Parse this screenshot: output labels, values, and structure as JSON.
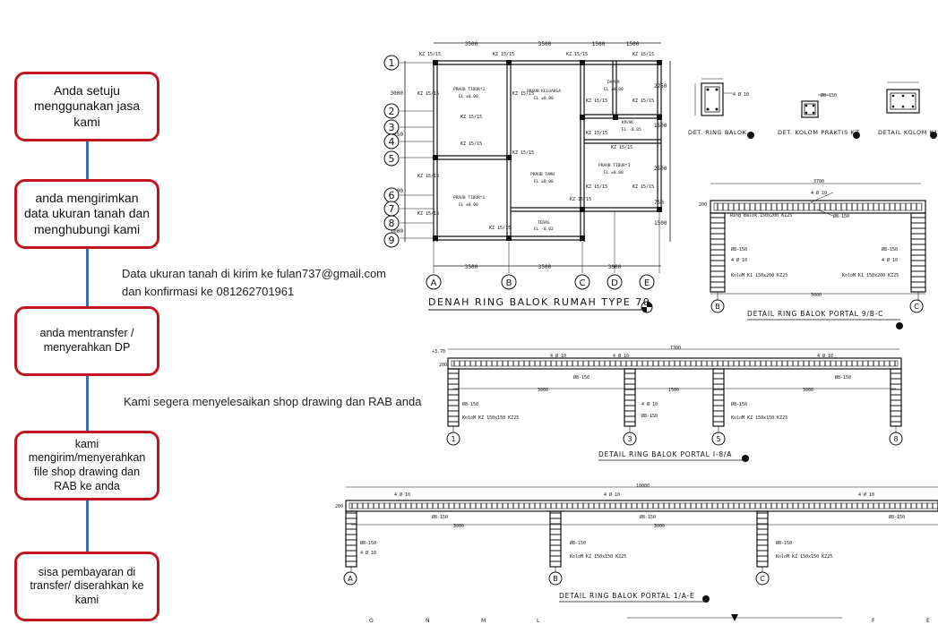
{
  "flow": {
    "steps": [
      {
        "label": "Anda setuju menggunakan jasa kami"
      },
      {
        "label": "anda mengirimkan data ukuran tanah dan menghubungi kami"
      },
      {
        "label": "anda mentransfer / menyerahkan DP"
      },
      {
        "label": "kami mengirim/menyerahkan file shop drawing dan RAB ke anda"
      },
      {
        "label": "sisa pembayaran di transfer/ diserahkan ke kami"
      }
    ],
    "notes": {
      "line1": "Data ukuran tanah di kirim ke fulan737@gmail.com",
      "line2": "dan konfirmasi ke 081262701961",
      "line3": "Kami segera menyelesaikan shop drawing dan RAB anda"
    },
    "colors": {
      "box_border": "#c0161f",
      "connector": "#3b6fb0"
    }
  },
  "drawing": {
    "plan_title": "DENAH RING BALOK RUMAH TYPE 70",
    "grid_rows": [
      "1",
      "2",
      "3",
      "4",
      "5",
      "6",
      "7",
      "8",
      "9"
    ],
    "grid_cols": [
      "A",
      "B",
      "C",
      "D",
      "E"
    ],
    "top_dims": [
      "3500",
      "3500",
      "1500",
      "1500"
    ],
    "bottom_dims": [
      "3500",
      "3500",
      "3000"
    ],
    "left_dims": [
      "3000",
      "750",
      "3000",
      "1000"
    ],
    "right_dims": [
      "2250",
      "1500",
      "2500",
      "750",
      "1500"
    ],
    "column_tag": "KZ 15/15",
    "room_texts": [
      {
        "name": "PRAUB TIDUR*2",
        "level": "EL ±0.00"
      },
      {
        "name": "PRAUB KELUARGA",
        "level": "EL ±0.00"
      },
      {
        "name": "DAPUR",
        "level": "EL ±0.00"
      },
      {
        "name": "KM/WC",
        "level": "EL -0.05"
      },
      {
        "name": "PRAUB TIDUR*3",
        "level": "EL ±0.00"
      },
      {
        "name": "PRAUB TIDUR*1",
        "level": "EL ±0.00"
      },
      {
        "name": "PRAUB TAMU",
        "level": "EL ±0.00"
      },
      {
        "name": "TERAS",
        "level": "EL -0.02"
      }
    ],
    "detail_titles": {
      "ring_balok": "DET. RING BALOK",
      "kolom_praktis": "DET. KOLOM PRAKTIS KZ",
      "kolom_k1": "DETAIL KOLOM K1",
      "portal_9bc": "DETAIL RING BALOK PORTAL 9/B-C",
      "portal_18a": "DETAIL RING BALOK PORTAL I-8/A",
      "portal_1ae": "DETAIL RING BALOK PORTAL 1/A-E"
    },
    "labels": {
      "rebar_top": "4 Ø 10",
      "stirrup": "Ø8-150",
      "ring_label": "Ring Balok 150x200 KZ25",
      "kolom_k1": "KoloM K1 150x200 KZ25",
      "kolom_kz": "KoloM KZ 150x150 KZ25",
      "level": "+3.70",
      "beam_h": "200"
    },
    "portal_9bc": {
      "span": "3700",
      "base": "3000",
      "cols": [
        "B",
        "C"
      ]
    },
    "portal_18a": {
      "total": "7300",
      "spans": [
        "3000",
        "1500",
        "3000"
      ],
      "cols": [
        "1",
        "3",
        "5",
        "8"
      ]
    },
    "portal_1ae": {
      "total": "10000",
      "spans": [
        "3000",
        "3000"
      ],
      "cols": [
        "A",
        "B",
        "C"
      ]
    },
    "bottom_letters": [
      "O",
      "N",
      "M",
      "L",
      "F",
      "E"
    ]
  }
}
